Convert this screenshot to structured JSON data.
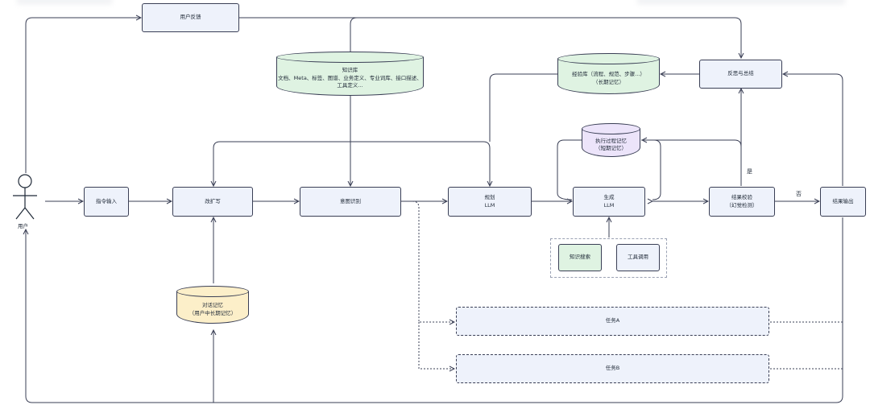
{
  "actor": {
    "label": "用户"
  },
  "nodes": {
    "feedback": "用户反馈",
    "kb_title": "知识库",
    "kb_desc_1": "文档、Meta、标签、图谱、业务定义、专业词库、接口描述、",
    "kb_desc_2": "工具定义...",
    "exp_title": "经验库（流程、规范、步骤...）",
    "exp_sub": "（长期记忆）",
    "reflect": "反思与总结",
    "exec_mem_title": "执行过程记忆",
    "exec_mem_sub": "（短期记忆）",
    "input": "指令输入",
    "rewrite": "改扩写",
    "intent": "意图识别",
    "plan_title": "规划",
    "plan_sub": "LLM",
    "gen_title": "生成",
    "gen_sub": "LLM",
    "check_title": "结果校验",
    "check_sub": "（幻觉检测）",
    "output": "结果输出",
    "search": "知识搜索",
    "tool": "工具调用",
    "dialog_title": "对话记忆",
    "dialog_sub": "（用户中长期记忆）",
    "task_a": "任务A",
    "task_b": "任务B"
  },
  "edge_labels": {
    "yes": "是",
    "no": "否"
  },
  "colors": {
    "box": "#eef2fb",
    "green": "#dff3e2",
    "purple": "#ece4fa",
    "yellow": "#fcefc9",
    "line": "#3a3f55"
  }
}
